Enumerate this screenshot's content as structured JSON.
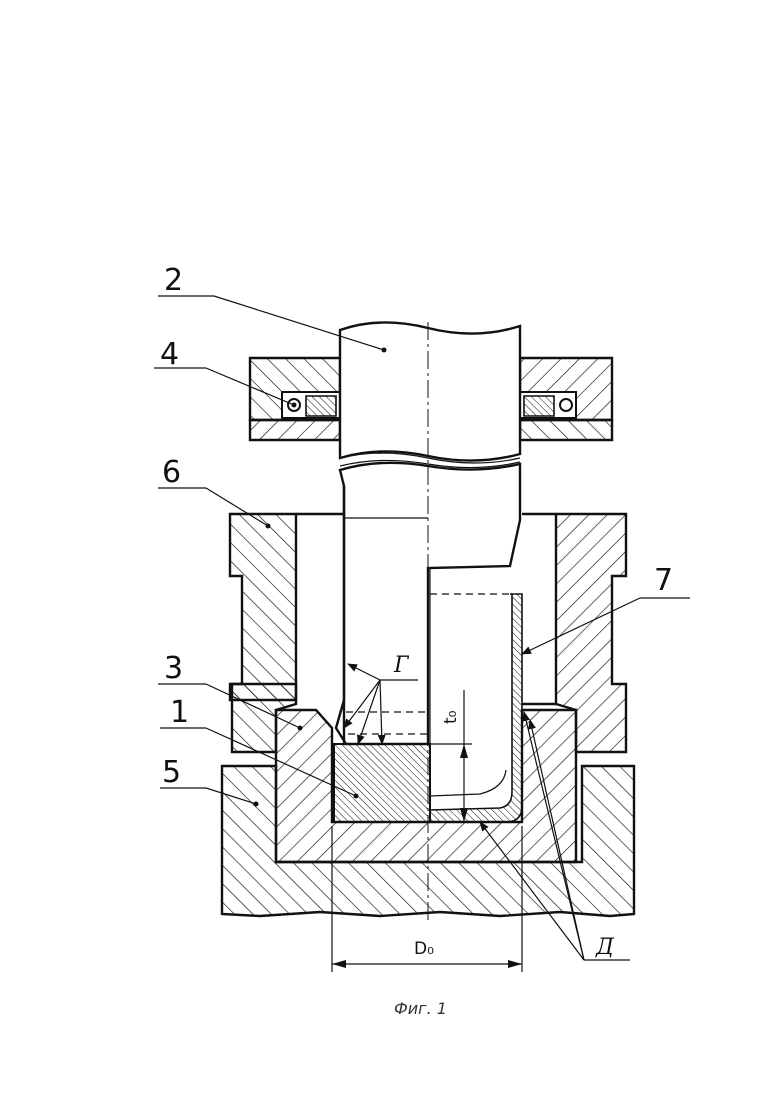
{
  "labels": {
    "n1": "1",
    "n2": "2",
    "n3": "3",
    "n4": "4",
    "n5": "5",
    "n6": "6",
    "n7": "7",
    "g": "Г",
    "d": "Д"
  },
  "dimensions": {
    "d0": "D₀",
    "t0": "t₀"
  },
  "caption": "Фиг. 1"
}
